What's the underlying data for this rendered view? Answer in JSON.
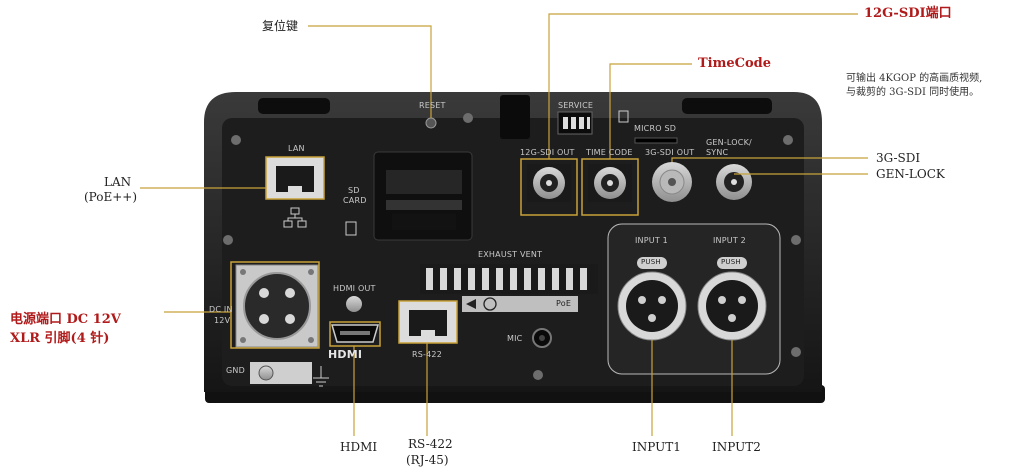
{
  "callouts": {
    "reset": "复位键",
    "sdi12g": "12G-SDI端口",
    "timecode": "TimeCode",
    "note_line1": "可输出 4KGOP 的高画质视频,",
    "note_line2": "与裁剪的 3G-SDI 同时使用。",
    "lan_line1": "LAN",
    "lan_line2": "(PoE++)",
    "sdi3g": "3G-SDI",
    "genlock": "GEN-LOCK",
    "power_line1": "电源端口 DC 12V",
    "power_line2": "XLR 引脚(4 针)",
    "hdmi": "HDMI",
    "rs422_line1": "RS-422",
    "rs422_line2": "(RJ-45)",
    "input1": "INPUT1",
    "input2": "INPUT2"
  },
  "panel_labels": {
    "reset": "RESET",
    "service": "SERVICE",
    "micro_sd": "MICRO SD",
    "sdi12g_out": "12G-SDI OUT",
    "time_code": "TIME CODE",
    "sdi3g_out": "3G-SDI OUT",
    "genlock_line1": "GEN-LOCK/",
    "genlock_line2": "SYNC",
    "lan": "LAN",
    "sd_card_line1": "SD",
    "sd_card_line2": "CARD",
    "exhaust_vent": "EXHAUST VENT",
    "dc_in_line1": "DC IN",
    "dc_in_line2": "12V",
    "hdmi_out": "HDMI OUT",
    "hdmi_logo": "HDMI",
    "rs422": "RS-422",
    "mic": "MIC",
    "poe": "PoE",
    "gnd": "GND",
    "input_1": "INPUT 1",
    "input_2": "INPUT 2",
    "push": "PUSH"
  },
  "colors": {
    "leader": "#c8a23a",
    "body": "#2a2a2a",
    "panel": "#1c1c1c",
    "callout_red": "#b11a1a"
  }
}
